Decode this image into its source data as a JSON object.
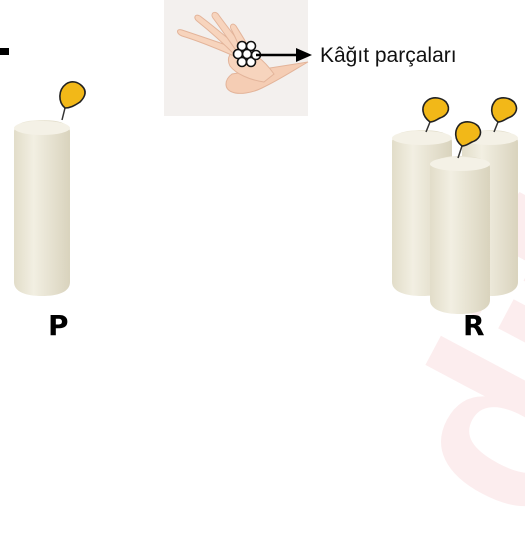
{
  "paper_label": "Kâğıt parçaları",
  "candles": {
    "left_label": "P",
    "right_label": "R"
  },
  "watermark": "difo",
  "colors": {
    "flame": "#f2b818",
    "flame_outline": "#222222",
    "candle_body": "#ece8d9",
    "candle_shadow": "#d8d3c0",
    "skin": "#f5cdb4",
    "paper_piece": "#ffffff",
    "arrow": "#000000"
  },
  "icons": {
    "hand": "hand-holding-paper-icon",
    "flame": "flame-icon",
    "arrow": "arrow-right-icon"
  }
}
